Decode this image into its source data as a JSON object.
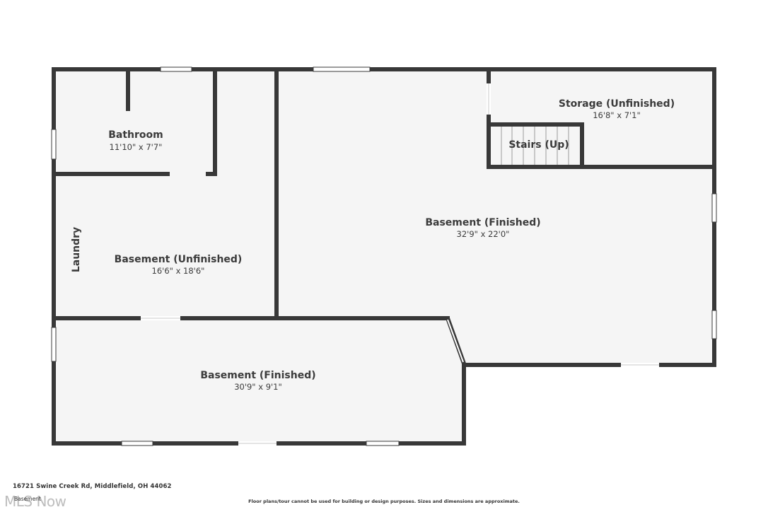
{
  "rooms": {
    "bathroom": {
      "name": "Bathroom",
      "dim": "11'10\" x 7'7\""
    },
    "basement_unfinished": {
      "name": "Basement (Unfinished)",
      "dim": "16'6\" x 18'6\""
    },
    "laundry": {
      "name": "Laundry"
    },
    "basement_finished_main": {
      "name": "Basement (Finished)",
      "dim": "32'9\" x 22'0\""
    },
    "storage": {
      "name": "Storage (Unfinished)",
      "dim": "16'8\" x 7'1\""
    },
    "stairs": {
      "name": "Stairs (Up)"
    },
    "basement_finished_lower": {
      "name": "Basement (Finished)",
      "dim": "30'9\" x 9'1\""
    }
  },
  "footer": {
    "address": "16721 Swine Creek Rd, Middlefield, OH 44062",
    "floor_label": "Basement",
    "logo": "MLS Now",
    "disclaimer": "Floor plans/tour cannot be used for building or design purposes. Sizes and dimensions are approximate."
  },
  "colors": {
    "wall": "#383838",
    "floor": "#f5f5f5",
    "window": "#ffffff",
    "text": "#3b3b3b"
  }
}
